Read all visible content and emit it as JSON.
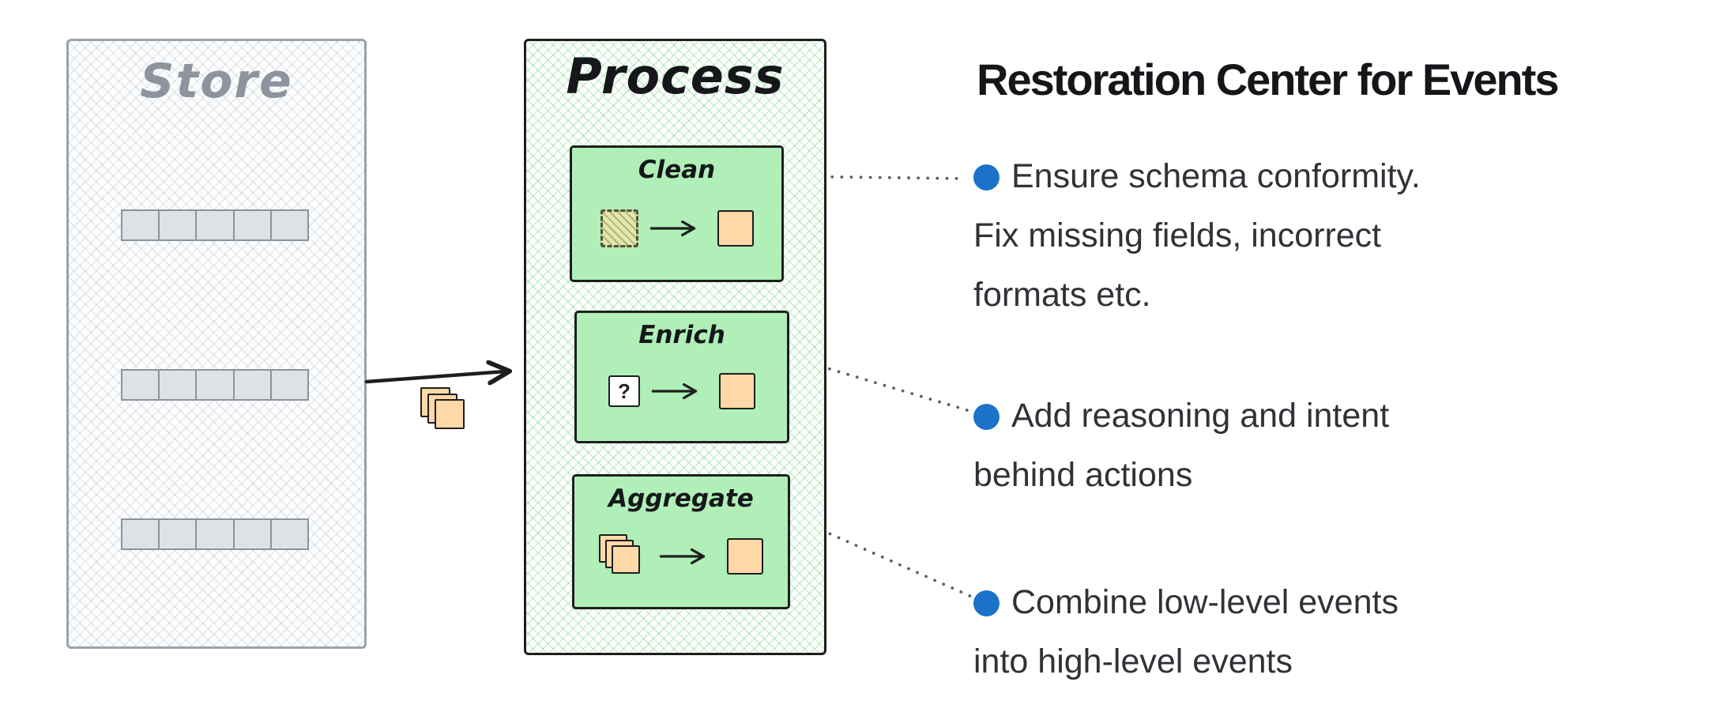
{
  "diagram": {
    "store": {
      "title": "Store",
      "row_count": 3,
      "cells_per_row": 5
    },
    "flow": {
      "from": "Store",
      "to": "Process",
      "icon": "event-stack"
    },
    "process": {
      "title": "Process",
      "steps": [
        {
          "label": "Clean",
          "input_icon": "dirty-event-square",
          "output_icon": "event-square"
        },
        {
          "label": "Enrich",
          "input_glyph": "?",
          "input_icon": "question-event-square",
          "output_icon": "event-square"
        },
        {
          "label": "Aggregate",
          "input_icon": "event-stack",
          "output_icon": "event-square"
        }
      ]
    }
  },
  "panel": {
    "title": "Restoration Center for Events",
    "bullets": [
      {
        "text": "Ensure schema conformity. Fix missing fields, incorrect formats etc."
      },
      {
        "text": "Add reasoning and intent behind actions"
      },
      {
        "text": "Combine low-level events into high-level events"
      }
    ]
  },
  "colors": {
    "process_fill": "#b0efb7",
    "hatch_green": "#40c057",
    "store_border": "#9aa2ab",
    "event_orange": "#ffd8a8",
    "bullet_blue": "#1a73c8",
    "ink": "#1e1e1e"
  }
}
